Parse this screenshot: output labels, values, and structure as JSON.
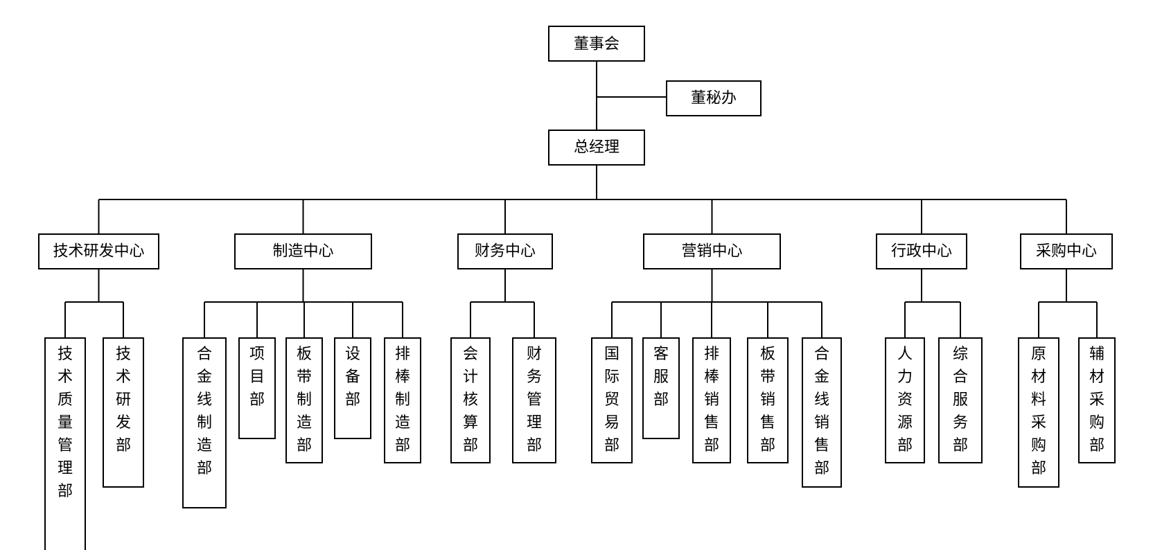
{
  "board": "董事会",
  "secretary_office": "董秘办",
  "general_manager": "总经理",
  "centers": [
    {
      "name": "技术研发中心",
      "departments": [
        "技术质量管理部",
        "技术研发部"
      ]
    },
    {
      "name": "制造中心",
      "departments": [
        "合金线制造部",
        "项目部",
        "板带制造部",
        "设备部",
        "排棒制造部"
      ]
    },
    {
      "name": "财务中心",
      "departments": [
        "会计核算部",
        "财务管理部"
      ]
    },
    {
      "name": "营销中心",
      "departments": [
        "国际贸易部",
        "客服部",
        "排棒销售部",
        "板带销售部",
        "合金线销售部"
      ]
    },
    {
      "name": "行政中心",
      "departments": [
        "人力资源部",
        "综合服务部"
      ]
    },
    {
      "name": "采购中心",
      "departments": [
        "原材料采购部",
        "辅材采购部"
      ]
    }
  ],
  "colors": {
    "line": "#000000",
    "box_fill": "#ffffff",
    "text": "#000000"
  }
}
